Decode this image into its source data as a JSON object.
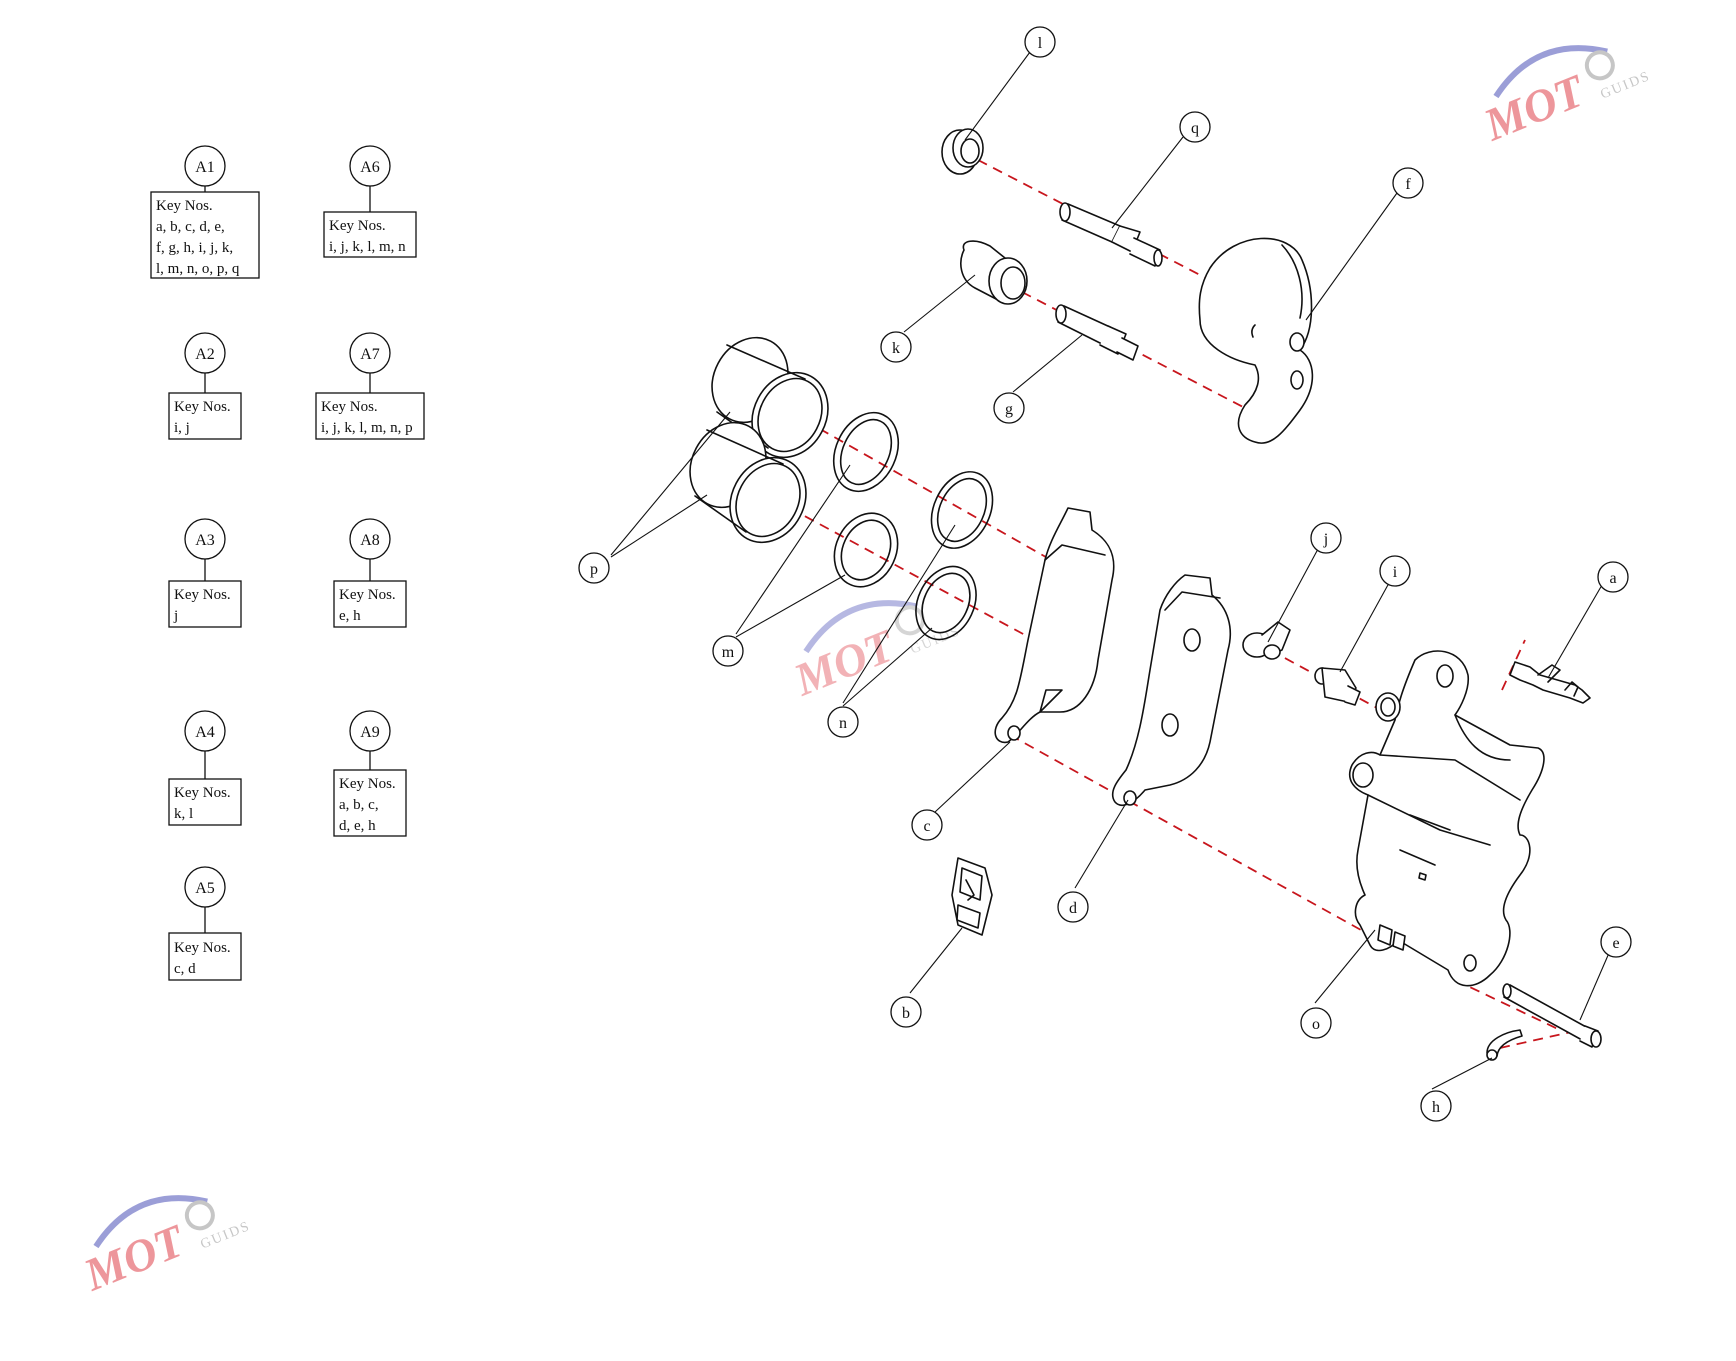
{
  "key_header": "Key Nos.",
  "assemblies": [
    {
      "id": "A1",
      "lines": [
        "a, b, c, d, e,",
        "f, g, h, i, j, k,",
        "l, m, n, o, p, q"
      ]
    },
    {
      "id": "A6",
      "lines": [
        "i, j, k, l, m, n"
      ]
    },
    {
      "id": "A2",
      "lines": [
        "i, j"
      ]
    },
    {
      "id": "A7",
      "lines": [
        "i, j, k, l, m, n, p"
      ]
    },
    {
      "id": "A3",
      "lines": [
        "j"
      ]
    },
    {
      "id": "A8",
      "lines": [
        "e, h"
      ]
    },
    {
      "id": "A4",
      "lines": [
        "k, l"
      ]
    },
    {
      "id": "A9",
      "lines": [
        "a, b, c,",
        "d, e, h"
      ]
    },
    {
      "id": "A5",
      "lines": [
        "c, d"
      ]
    }
  ],
  "callouts": [
    "l",
    "q",
    "f",
    "k",
    "g",
    "p",
    "m",
    "n",
    "c",
    "d",
    "b",
    "j",
    "i",
    "a",
    "o",
    "e",
    "h"
  ],
  "watermark": {
    "brand": "MOT",
    "sub": "GUIDS",
    "color": "#e0414a",
    "arc_color": "#4a4fb8"
  },
  "colors": {
    "line": "#111111",
    "dash": "#c8161d"
  }
}
